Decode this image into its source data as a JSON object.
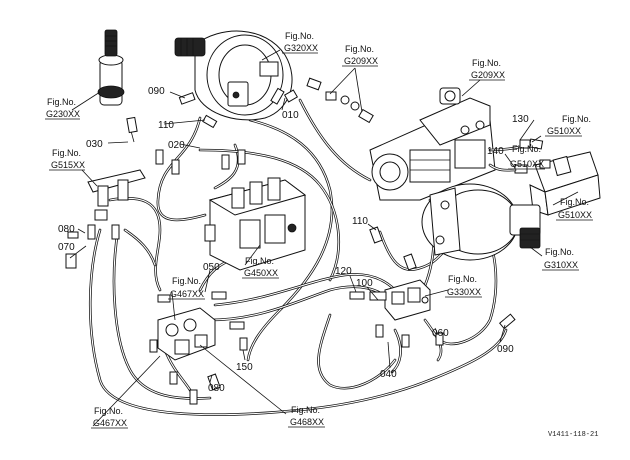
{
  "diagram_code": "V1411-118-21",
  "fig_labels": [
    {
      "id": "g230",
      "line1": "Fig.No.",
      "line2": "G230XX"
    },
    {
      "id": "g320",
      "line1": "Fig.No.",
      "line2": "G320XX"
    },
    {
      "id": "g209a",
      "line1": "Fig.No.",
      "line2": "G209XX"
    },
    {
      "id": "g209b",
      "line1": "Fig.No.",
      "line2": "G209XX"
    },
    {
      "id": "g510a",
      "line1": "Fig.No.",
      "line2": "G510XX"
    },
    {
      "id": "g510b",
      "line1": "Fig.No.",
      "line2": "G510XX"
    },
    {
      "id": "g510c",
      "line1": "Fig.No.",
      "line2": "G510XX"
    },
    {
      "id": "g515",
      "line1": "Fig.No.",
      "line2": "G515XX"
    },
    {
      "id": "g450",
      "line1": "Fig.No.",
      "line2": "G450XX"
    },
    {
      "id": "g310",
      "line1": "Fig.No.",
      "line2": "G310XX"
    },
    {
      "id": "g330",
      "line1": "Fig.No.",
      "line2": "G330XX"
    },
    {
      "id": "g467a",
      "line1": "Fig.No.",
      "line2": "G467XX"
    },
    {
      "id": "g467b",
      "line1": "Fig.No.",
      "line2": "G467XX"
    },
    {
      "id": "g468",
      "line1": "Fig.No.",
      "line2": "G468XX"
    }
  ],
  "part_numbers": [
    {
      "id": "p090a",
      "text": "090"
    },
    {
      "id": "p110a",
      "text": "110"
    },
    {
      "id": "p010",
      "text": "010"
    },
    {
      "id": "p030",
      "text": "030"
    },
    {
      "id": "p020",
      "text": "020"
    },
    {
      "id": "p130",
      "text": "130"
    },
    {
      "id": "p140",
      "text": "140"
    },
    {
      "id": "p080a",
      "text": "080"
    },
    {
      "id": "p070",
      "text": "070"
    },
    {
      "id": "p110b",
      "text": "110"
    },
    {
      "id": "p050",
      "text": "050"
    },
    {
      "id": "p120",
      "text": "120"
    },
    {
      "id": "p100",
      "text": "100"
    },
    {
      "id": "p060",
      "text": "060"
    },
    {
      "id": "p090b",
      "text": "090"
    },
    {
      "id": "p150",
      "text": "150"
    },
    {
      "id": "p040",
      "text": "040"
    },
    {
      "id": "p080b",
      "text": "080"
    }
  ]
}
